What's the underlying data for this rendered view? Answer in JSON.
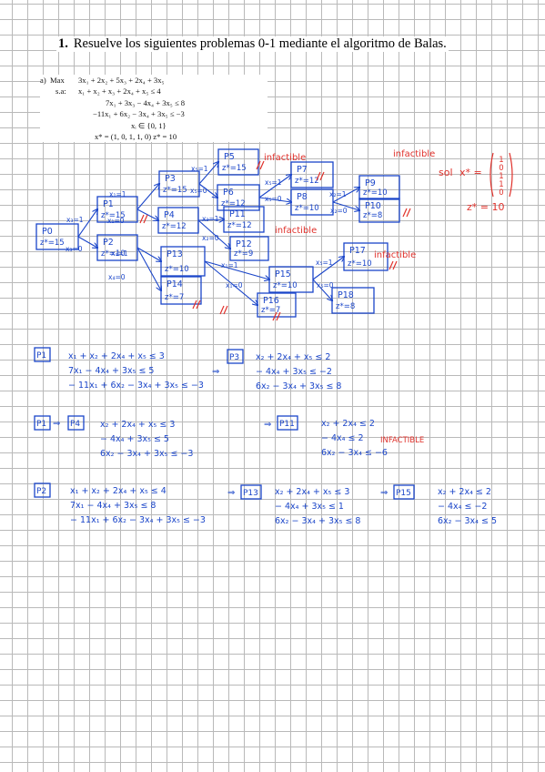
{
  "header": {
    "number": "1.",
    "title": "Resuelve los siguientes problemas 0-1 mediante el algoritmo de Balas."
  },
  "problem": {
    "label": "a)",
    "max_label": "Max",
    "objective": "3x₁ + 2x₂ + 5x₃ + 2x₄ + 3x₅",
    "sa_label": "s.a:",
    "constraints": [
      "x₁ + x₂ + x₃ + 2x₄ + x₅ ≤ 4",
      "7x₁ + 3x₃ − 4x₄ + 3x₅ ≤ 8",
      "−11x₁ + 6x₂ − 3x₄ + 3x₅ ≤ −3"
    ],
    "domain": "xᵢ ∈ {0, 1}",
    "optimum": "x* = (1, 0, 1, 1, 0)   z* = 10"
  },
  "tree": {
    "nodes": [
      {
        "name": "P0",
        "z": "z*=15"
      },
      {
        "name": "P1",
        "z": "z*=15"
      },
      {
        "name": "P2",
        "z": "z*=10"
      },
      {
        "name": "P3",
        "z": "z*=15"
      },
      {
        "name": "P4",
        "z": "z*=12"
      },
      {
        "name": "P5",
        "z": "z*=15"
      },
      {
        "name": "P6",
        "z": "z*=12"
      },
      {
        "name": "P7",
        "z": "z*=12"
      },
      {
        "name": "P8",
        "z": "z*=10"
      },
      {
        "name": "P9",
        "z": "z*=10"
      },
      {
        "name": "P10",
        "z": "z*=8"
      },
      {
        "name": "P11",
        "z": "z*=12"
      },
      {
        "name": "P12",
        "z": "z*=9"
      },
      {
        "name": "P13",
        "z": "z*=10"
      },
      {
        "name": "P14",
        "z": "z*=7"
      },
      {
        "name": "P15",
        "z": "z*=10"
      },
      {
        "name": "P16",
        "z": "z*=7"
      },
      {
        "name": "P17",
        "z": "z*=10"
      },
      {
        "name": "P18",
        "z": "z*=8"
      }
    ],
    "edges": [
      "x₃=1",
      "x₃=0",
      "x₁=1",
      "x₁=0",
      "x₅=1",
      "x₅=0",
      "x₂=1",
      "x₂=0",
      "x₅=1",
      "x₅=0",
      "x₂=1",
      "x₂=0",
      "x₄=1",
      "x₄=0",
      "x₁=1",
      "x₁=0",
      "x₅=1",
      "x₅=0",
      "x₂=1",
      "x₂=0",
      "x₄=1",
      "x₄=0"
    ],
    "infeasible": [
      "infactible",
      "infactible",
      "infactible",
      "infactible"
    ]
  },
  "solution": {
    "label": "sol",
    "x_label": "x* =",
    "vector": [
      "1",
      "0",
      "1",
      "1",
      "0"
    ],
    "z": "z* = 10"
  },
  "work": {
    "p1": {
      "label": "P1",
      "lines": [
        "x₁ + x₂ + 2x₄ + x₅ ≤ 3",
        "7x₁ − 4x₄ + 3x₅ ≤ 5",
        "− 11x₁ + 6x₂ − 3x₄ + 3x₅ ≤ −3"
      ]
    },
    "p3": {
      "label": "P3",
      "lines": [
        "x₂ + 2x₄ + x₅ ≤ 2",
        "− 4x₄ + 3x₅ ≤ −2",
        "6x₂ − 3x₄ + 3x₅ ≤ 8"
      ]
    },
    "p1b": {
      "label": "P1"
    },
    "p4": {
      "label": "P4",
      "lines": [
        "x₂ + 2x₄ + x₅ ≤ 3",
        "− 4x₄ + 3x₅ ≤ 5",
        "6x₂ − 3x₄ + 3x₅ ≤ −3"
      ]
    },
    "p11": {
      "label": "P11",
      "lines": [
        "x₂ + 2x₄ ≤ 2",
        "− 4x₄ ≤ 2",
        "6x₂ − 3x₄ ≤ −6"
      ],
      "note": "INFACTIBLE"
    },
    "p2": {
      "label": "P2",
      "lines": [
        "x₁ + x₂ + 2x₄ + x₅ ≤ 4",
        "7x₁ − 4x₄ + 3x₅ ≤ 8",
        "− 11x₁ + 6x₂ − 3x₄ + 3x₅ ≤ −3"
      ]
    },
    "p13": {
      "label": "P13",
      "lines": [
        "x₂ + 2x₄ + x₅ ≤ 3",
        "− 4x₄ + 3x₅ ≤ 1",
        "6x₂ − 3x₄ + 3x₅ ≤ 8"
      ]
    },
    "p15": {
      "label": "P15",
      "lines": [
        "x₂ + 2x₄ ≤ 2",
        "− 4x₄ ≤ −2",
        "6x₂ − 3x₄ ≤ 5"
      ]
    },
    "arrow": "⇒"
  }
}
